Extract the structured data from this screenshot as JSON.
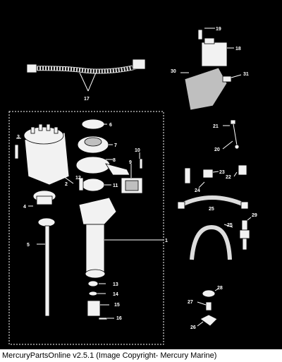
{
  "caption": "MercuryPartsOnline v2.5.1 (Image Copyright- Mercury Marine)",
  "callouts": [
    "1",
    "2",
    "3",
    "4",
    "5",
    "6",
    "7",
    "8",
    "9",
    "10",
    "11",
    "12",
    "13",
    "14",
    "15",
    "16",
    "17",
    "18",
    "19",
    "20",
    "21",
    "22",
    "23",
    "24",
    "25",
    "25",
    "26",
    "27",
    "28",
    "29",
    "30",
    "31"
  ],
  "colors": {
    "background": "#000000",
    "foreground": "#ffffff",
    "caption_bg": "#ffffff",
    "caption_text": "#000000"
  }
}
